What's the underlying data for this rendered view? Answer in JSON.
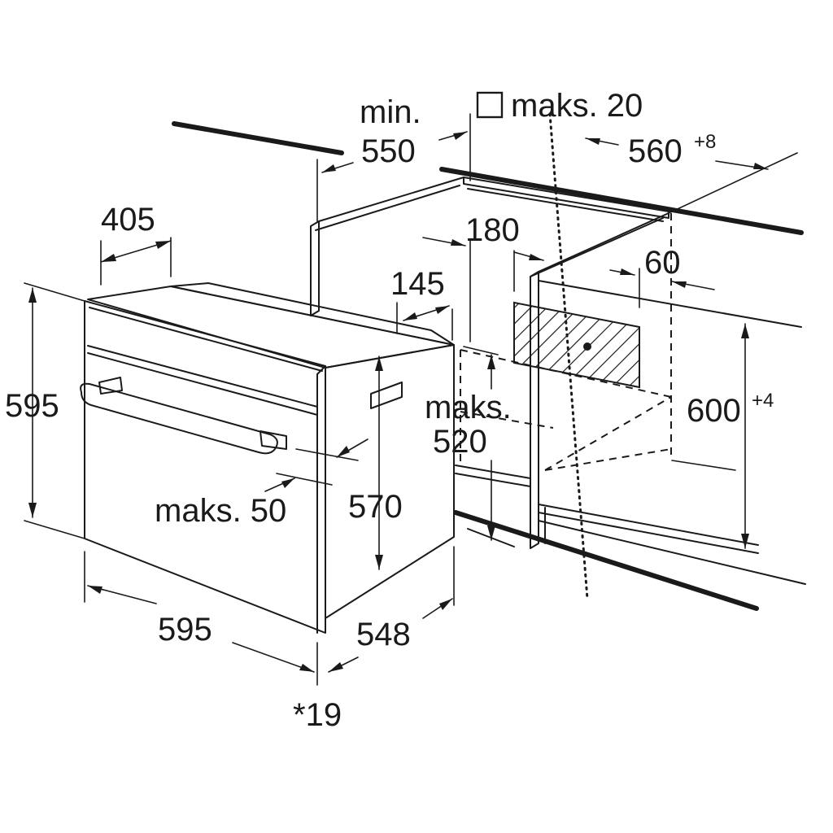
{
  "diagram": {
    "labels": {
      "min": "min.",
      "min_value": "550",
      "square_maks": "maks. 20",
      "cabinet_width": "560",
      "cabinet_width_tol": "+8",
      "depth_405": "405",
      "dim_180": "180",
      "dim_145": "145",
      "dim_60": "60",
      "oven_height": "595",
      "niche_height": "600",
      "niche_height_tol": "+4",
      "maks": "maks.",
      "maks_520": "520",
      "maks_50": "maks. 50",
      "dim_570": "570",
      "oven_width": "595",
      "dim_548": "548",
      "front_19": "*19"
    }
  }
}
